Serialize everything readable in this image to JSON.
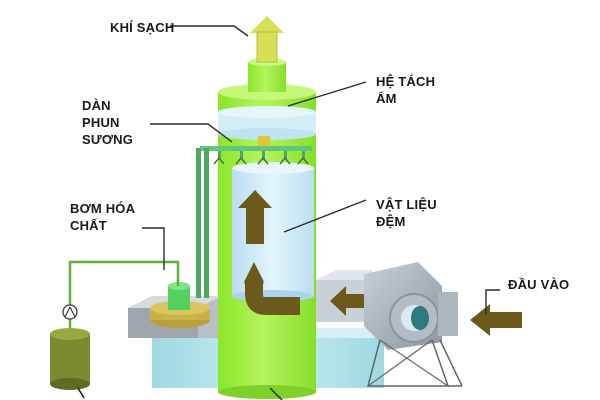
{
  "labels": {
    "clean_air": "KHÍ SẠCH",
    "demister": "HỆ TÁCH\nẨM",
    "spray_nozzles": "DÀN\nPHUN\nSƯƠNG",
    "packing_material": "VẬT LIỆU\nĐỆM",
    "chemical_pump": "BƠM HÓA\nCHẤT",
    "inlet": "ĐẦU VÀO"
  },
  "colors": {
    "tower_body": "#9ef03a",
    "tower_highlight": "#c4f77a",
    "packing_zone": "#cfe9f7",
    "demister": "#d2eef7",
    "flow_arrow": "#6b5a1c",
    "tank_base": "#b5e5ec",
    "pump": "#53d15e",
    "chemical_tank": "#7c8a2f",
    "pipe": "#63b03a",
    "blower": "#a8b3be",
    "blower_stand": "#9aa3ab",
    "outlet_arrow": "#d9df54",
    "label_text": "#1a1a1a"
  }
}
